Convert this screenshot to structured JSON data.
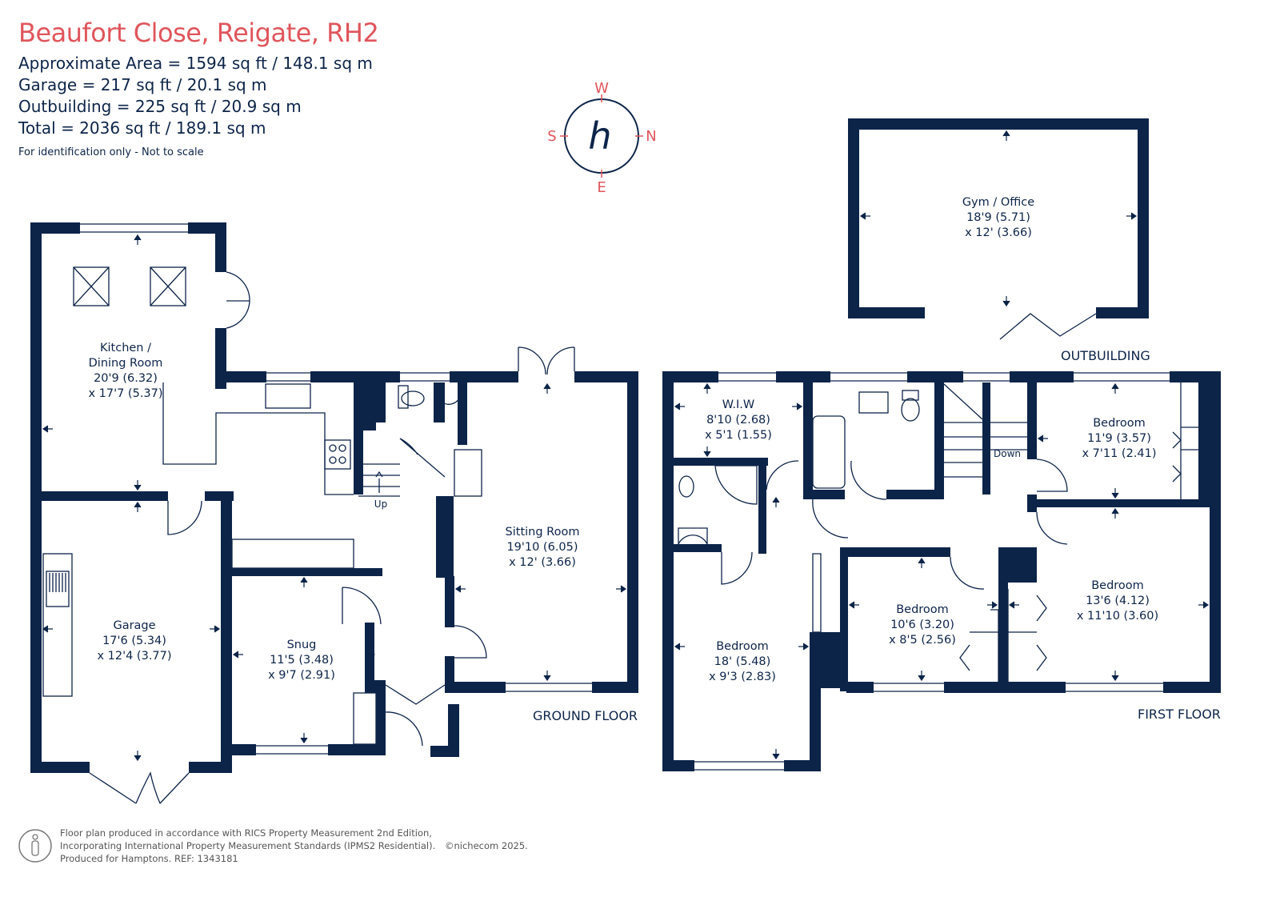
{
  "header": {
    "title": "Beaufort Close, Reigate, RH2",
    "areas": [
      "Approximate Area = 1594 sq ft / 148.1 sq m",
      "Garage = 217 sq ft / 20.1 sq m",
      "Outbuilding = 225 sq ft / 20.9 sq m",
      "Total = 2036 sq ft / 189.1 sq m"
    ],
    "note": "For identification only - Not to scale"
  },
  "compass": {
    "top": "W",
    "left": "S",
    "right": "N",
    "bottom": "E",
    "logo": "h"
  },
  "floors": {
    "ground": "GROUND FLOOR",
    "first": "FIRST FLOOR",
    "outbuilding": "OUTBUILDING"
  },
  "rooms": {
    "kitchen": [
      "Kitchen /",
      "Dining Room",
      "20'9 (6.32)",
      "x 17'7 (5.37)"
    ],
    "garage": [
      "Garage",
      "17'6 (5.34)",
      "x 12'4 (3.77)"
    ],
    "snug": [
      "Snug",
      "11'5 (3.48)",
      "x 9'7 (2.91)"
    ],
    "sitting": [
      "Sitting Room",
      "19'10 (6.05)",
      "x 12' (3.66)"
    ],
    "gym": [
      "Gym / Office",
      "18'9 (5.71)",
      "x 12' (3.66)"
    ],
    "wiw": [
      "W.I.W",
      "8'10 (2.68)",
      "x 5'1 (1.55)"
    ],
    "bedroom_left": [
      "Bedroom",
      "18' (5.48)",
      "x 9'3 (2.83)"
    ],
    "bedroom_mid": [
      "Bedroom",
      "10'6 (3.20)",
      "x 8'5 (2.56)"
    ],
    "bedroom_top": [
      "Bedroom",
      "11'9 (3.57)",
      "x 7'11 (2.41)"
    ],
    "bedroom_right": [
      "Bedroom",
      "13'6 (4.12)",
      "x 11'10 (3.60)"
    ]
  },
  "stairs": {
    "up": "Up",
    "down": "Down"
  },
  "footer": {
    "lines": [
      "Floor plan produced in accordance with RICS Property Measurement 2nd Edition,",
      "Incorporating International Property Measurement Standards (IPMS2 Residential).",
      "Produced for Hamptons.   REF:  1343181"
    ],
    "credit": "©nichecom 2025."
  },
  "colors": {
    "wall": "#0d2449",
    "title": "#e0555c"
  }
}
